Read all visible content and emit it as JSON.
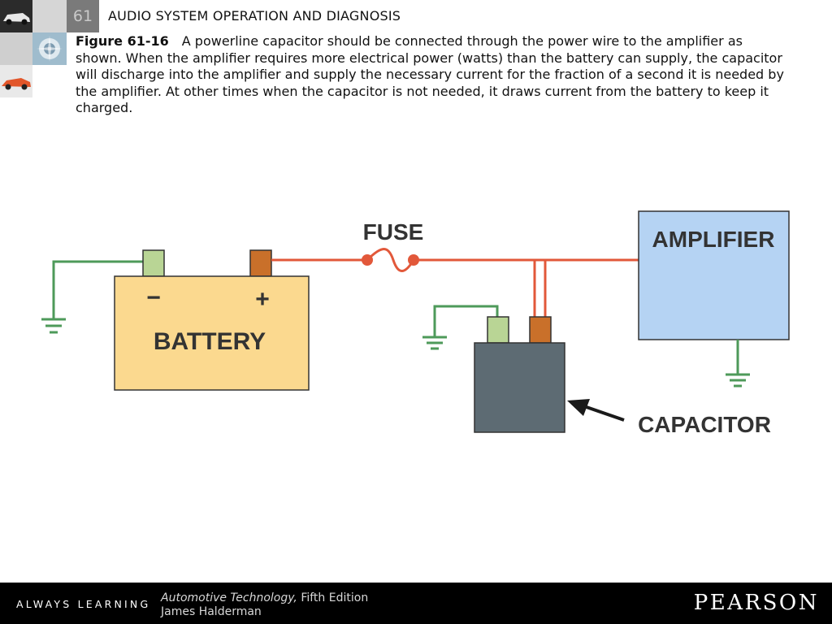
{
  "header": {
    "chapter_number": "61",
    "title": "AUDIO SYSTEM OPERATION AND DIAGNOSIS"
  },
  "caption": {
    "figure_label": "Figure 61-16",
    "text": "A powerline capacitor should be connected through the power wire to the amplifier as shown. When the amplifier requires more electrical power (watts) than the battery can supply, the capacitor will discharge into the amplifier and supply the necessary current for the fraction of a second it is needed by the amplifier. At other times when the capacitor is not needed, it draws current from the battery to keep it charged."
  },
  "diagram": {
    "battery_label": "BATTERY",
    "negative_sign": "−",
    "positive_sign": "+",
    "fuse_label": "FUSE",
    "amplifier_label": "AMPLIFIER",
    "capacitor_label": "CAPACITOR",
    "colors": {
      "battery_fill": "#fbd98f",
      "amplifier_fill": "#b5d3f3",
      "capacitor_fill": "#5d6b73",
      "positive_wire": "#e2583a",
      "ground_wire": "#4e9a5a",
      "negative_terminal": "#b9d595",
      "positive_terminal": "#c9702a"
    }
  },
  "footer": {
    "tagline": "ALWAYS LEARNING",
    "book_title": "Automotive Technology,",
    "edition": "Fifth Edition",
    "author": "James Halderman",
    "publisher": "PEARSON"
  }
}
